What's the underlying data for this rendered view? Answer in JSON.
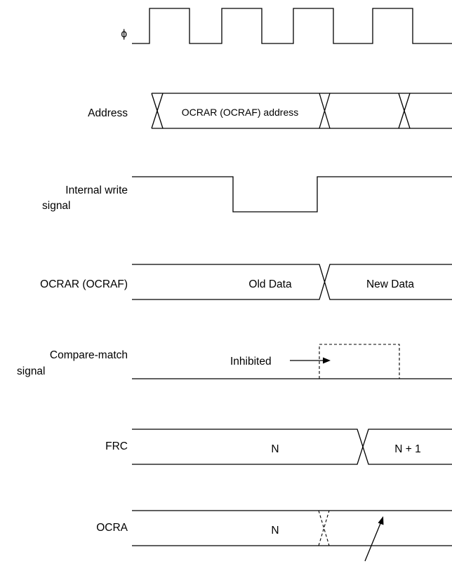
{
  "signals": {
    "phi": "ϕ",
    "address": "Address",
    "internal_write_line1": "Internal write",
    "internal_write_line2": "signal",
    "ocrar": "OCRAR (OCRAF)",
    "compare_match_line1": "Compare-match",
    "compare_match_line2": "signal",
    "frc": "FRC",
    "ocra": "OCRA"
  },
  "values": {
    "address_value": "OCRAR (OCRAF) address",
    "ocrar_old": "Old Data",
    "ocrar_new": "New Data",
    "inhibited": "Inhibited",
    "frc_n": "N",
    "frc_n1": "N + 1",
    "ocra_n": "N"
  }
}
